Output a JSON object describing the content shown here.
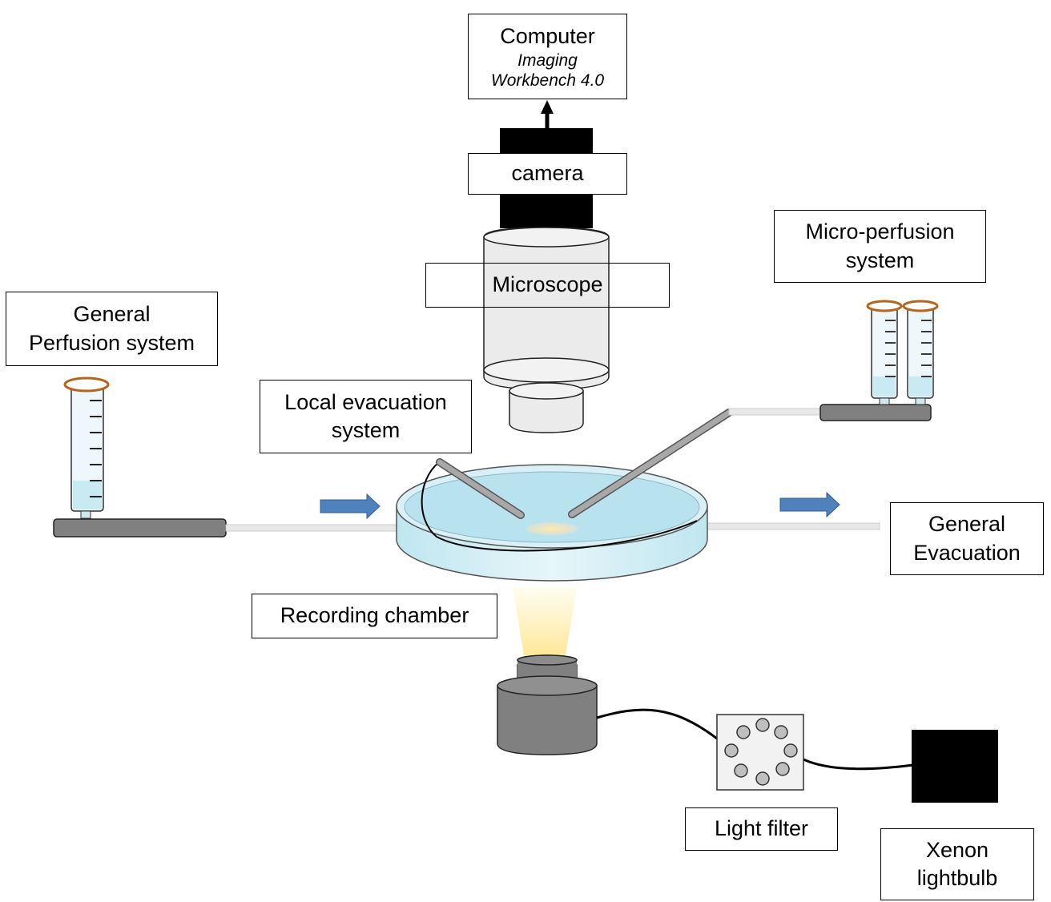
{
  "labels": {
    "computer": {
      "title": "Computer",
      "software_line1": "Imaging",
      "software_line2": "Workbench 4.0"
    },
    "camera": "camera",
    "microscope": "Microscope",
    "micro_perfusion": {
      "line1": "Micro-perfusion",
      "line2": "system"
    },
    "general_perfusion": {
      "line1": "General",
      "line2": "Perfusion system"
    },
    "local_evacuation": {
      "line1": "Local evacuation",
      "line2": "system"
    },
    "general_evacuation": {
      "line1": "General",
      "line2": "Evacuation"
    },
    "recording_chamber": "Recording chamber",
    "light_filter": "Light filter",
    "xenon_lightbulb": {
      "line1": "Xenon",
      "line2": "lightbulb"
    }
  },
  "colors": {
    "flow_arrow": "#4f81bd",
    "tubing": "#808080",
    "syringe_ring": "#b5651d",
    "solution": "#b9e2ef",
    "light_beam": "#fff2c0",
    "microscope_body": "#ebebeb",
    "lightbulb": "#000000"
  }
}
